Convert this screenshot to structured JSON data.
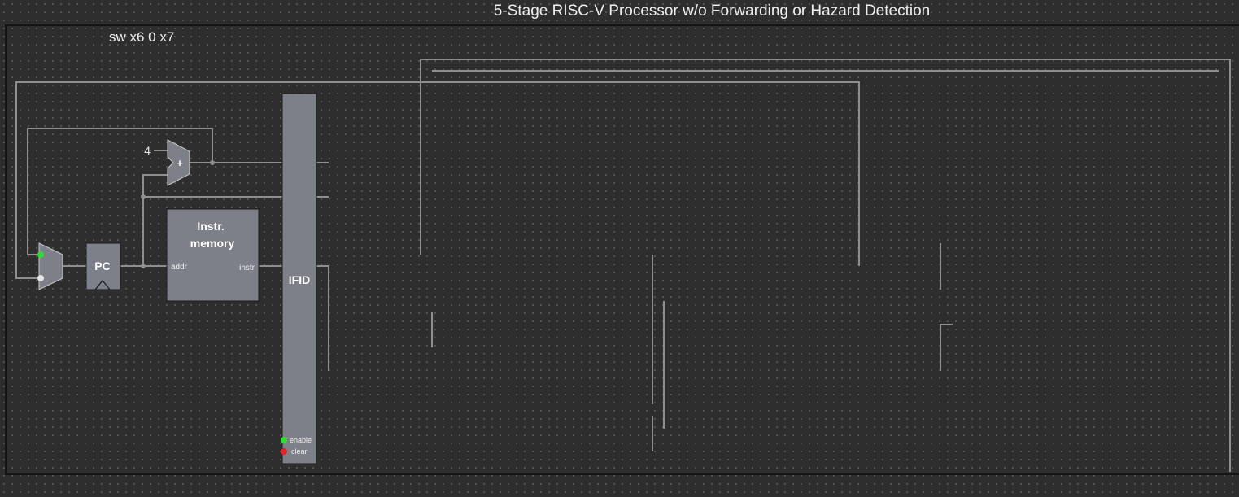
{
  "diagram": {
    "title": "5-Stage RISC-V Processor w/o Forwarding or Hazard Detection",
    "instruction": "sw x6 0 x7",
    "adder": {
      "constant": "4",
      "symbol": "+"
    },
    "pc": {
      "label": "PC"
    },
    "instr_memory": {
      "title": "Instr.\nmemory",
      "port_in": "addr",
      "port_out": "instr"
    },
    "ifid": {
      "label": "IFID",
      "enable_label": "enable",
      "clear_label": "clear"
    },
    "colors": {
      "background": "#2e2e2e",
      "frame": "#141414",
      "wire": "#8f8f8f",
      "component_fill": "#7d8089",
      "signal_on": "#2fdc2f",
      "signal_off": "#e6e6e6",
      "signal_clear": "#e02626"
    }
  }
}
